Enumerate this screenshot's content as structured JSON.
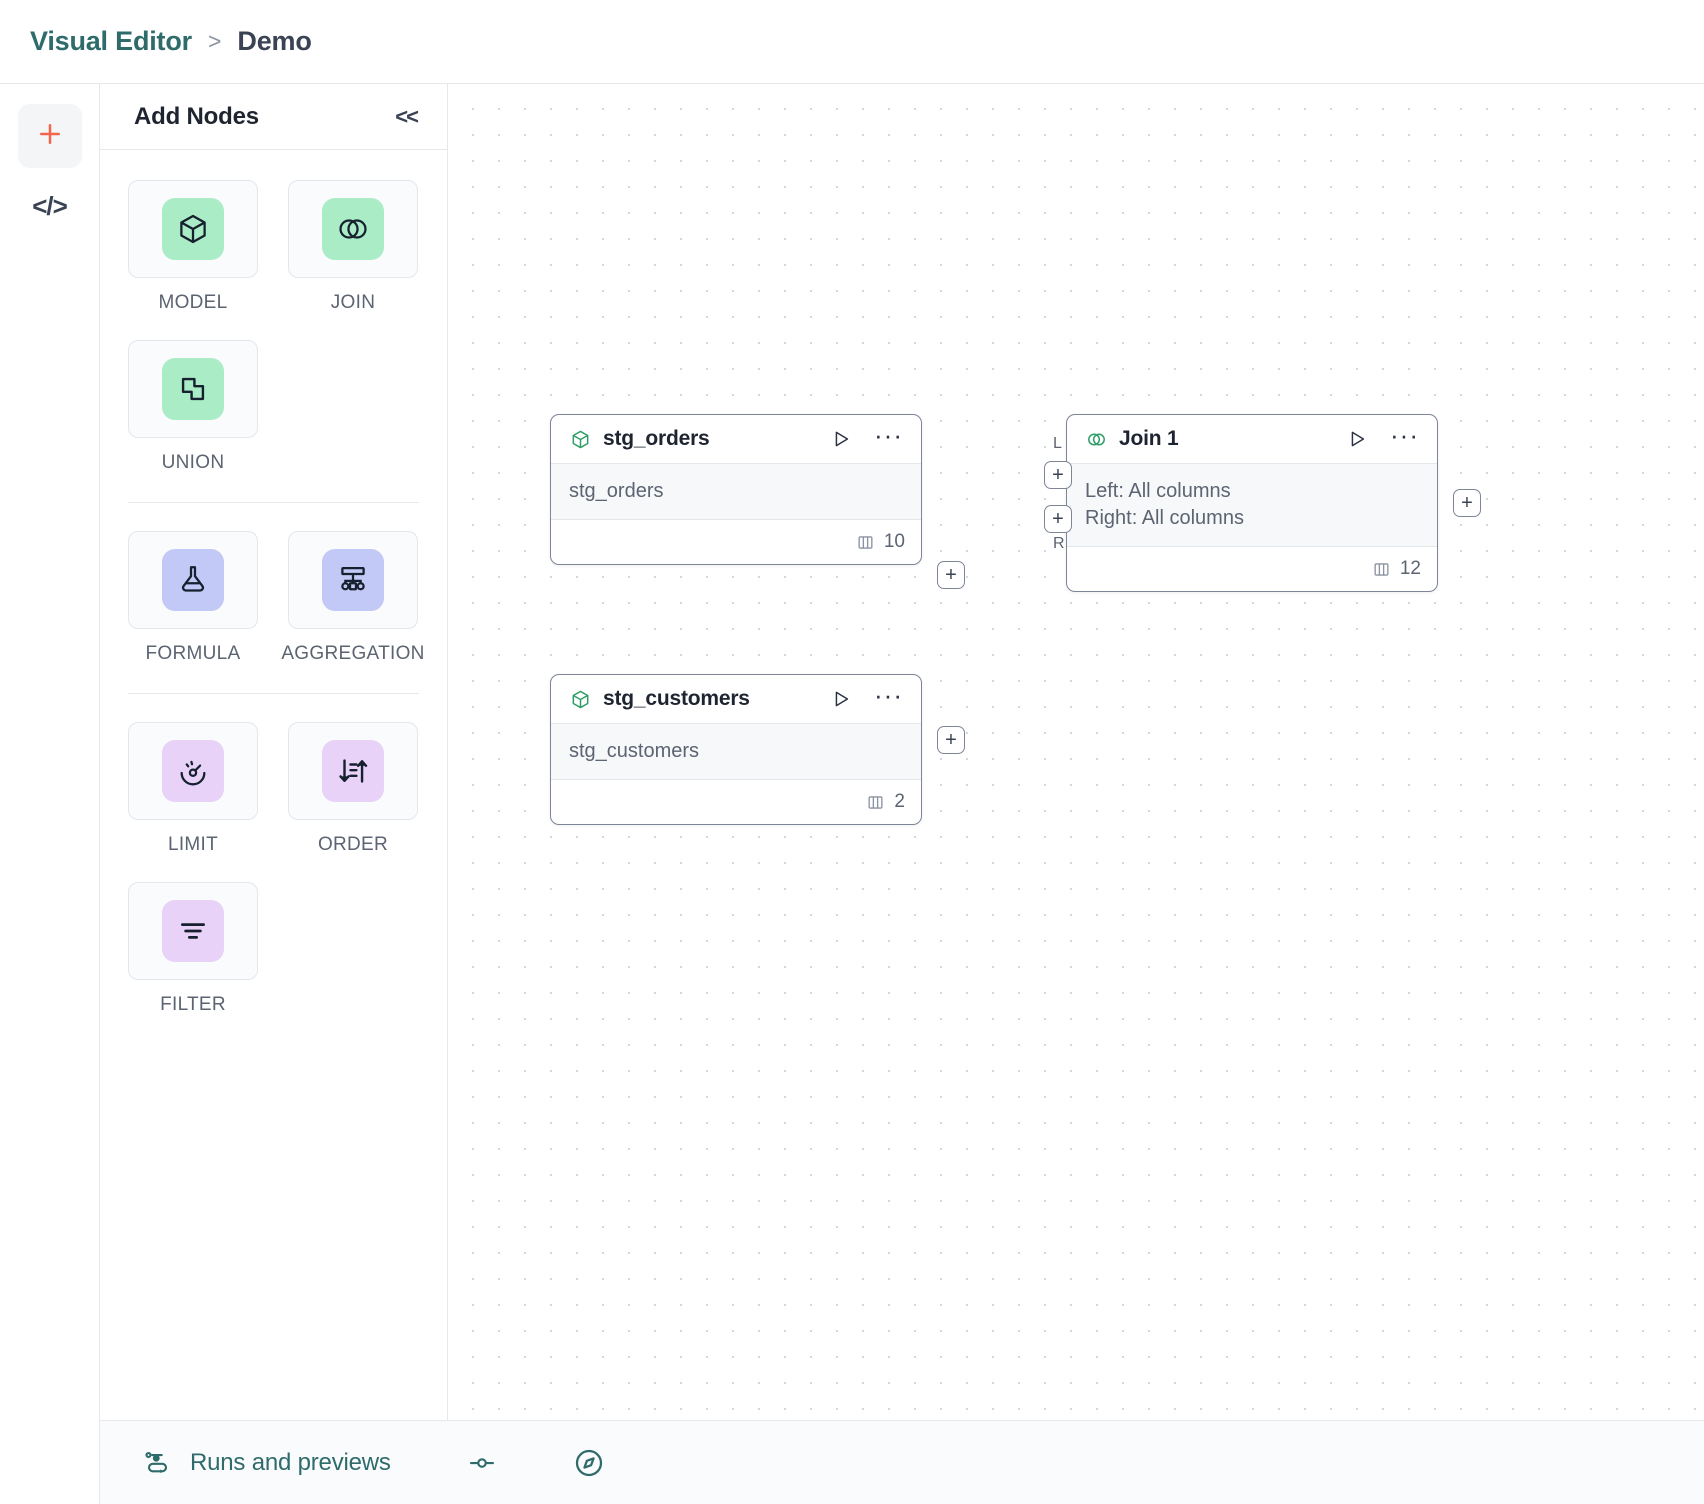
{
  "header": {
    "breadcrumb_root": "Visual Editor",
    "breadcrumb_separator": ">",
    "breadcrumb_leaf": "Demo"
  },
  "rail": {
    "add_icon": "plus-icon",
    "code_icon": "code-brackets-icon",
    "code_label": "</>"
  },
  "panel": {
    "title": "Add Nodes",
    "collapse_label": "<<",
    "nodes": [
      {
        "label": "MODEL",
        "icon": "cube-icon",
        "chip": "green"
      },
      {
        "label": "JOIN",
        "icon": "venn-circles-icon",
        "chip": "green"
      },
      {
        "label": "UNION",
        "icon": "union-shapes-icon",
        "chip": "green"
      },
      {
        "label": "FORMULA",
        "icon": "flask-icon",
        "chip": "indigo"
      },
      {
        "label": "AGGREGATION",
        "icon": "tree-nodes-icon",
        "chip": "indigo"
      },
      {
        "label": "LIMIT",
        "icon": "gauge-icon",
        "chip": "violet"
      },
      {
        "label": "ORDER",
        "icon": "sort-arrows-icon",
        "chip": "violet"
      },
      {
        "label": "FILTER",
        "icon": "funnel-lines-icon",
        "chip": "violet"
      }
    ]
  },
  "canvas": {
    "nodes": [
      {
        "id": "stg_orders",
        "title": "stg_orders",
        "icon": "cube-icon",
        "body_lines": [
          "stg_orders"
        ],
        "column_count": "10",
        "run_icon": "play-icon",
        "menu_icon": "ellipsis-icon",
        "columns_icon": "columns-icon"
      },
      {
        "id": "stg_customers",
        "title": "stg_customers",
        "icon": "cube-icon",
        "body_lines": [
          "stg_customers"
        ],
        "column_count": "2",
        "run_icon": "play-icon",
        "menu_icon": "ellipsis-icon",
        "columns_icon": "columns-icon"
      },
      {
        "id": "join_1",
        "title": "Join 1",
        "icon": "venn-circles-icon",
        "body_lines": [
          "Left: All columns",
          "Right: All columns"
        ],
        "column_count": "12",
        "run_icon": "play-icon",
        "menu_icon": "ellipsis-icon",
        "columns_icon": "columns-icon"
      }
    ],
    "handles": {
      "plus": "+",
      "left_tag": "L",
      "right_tag": "R"
    }
  },
  "bottombar": {
    "runs_label": "Runs and previews",
    "runs_icon": "pipeline-icon",
    "slider_icon": "slider-icon",
    "compass_icon": "compass-icon"
  },
  "colors": {
    "brand_teal": "#2f6b6b",
    "accent_orange": "#f2654a",
    "node_green": "#2f9e68",
    "chip_green": "#a9ecc6",
    "chip_indigo": "#c3c9f6",
    "chip_violet": "#e8d2f8"
  }
}
